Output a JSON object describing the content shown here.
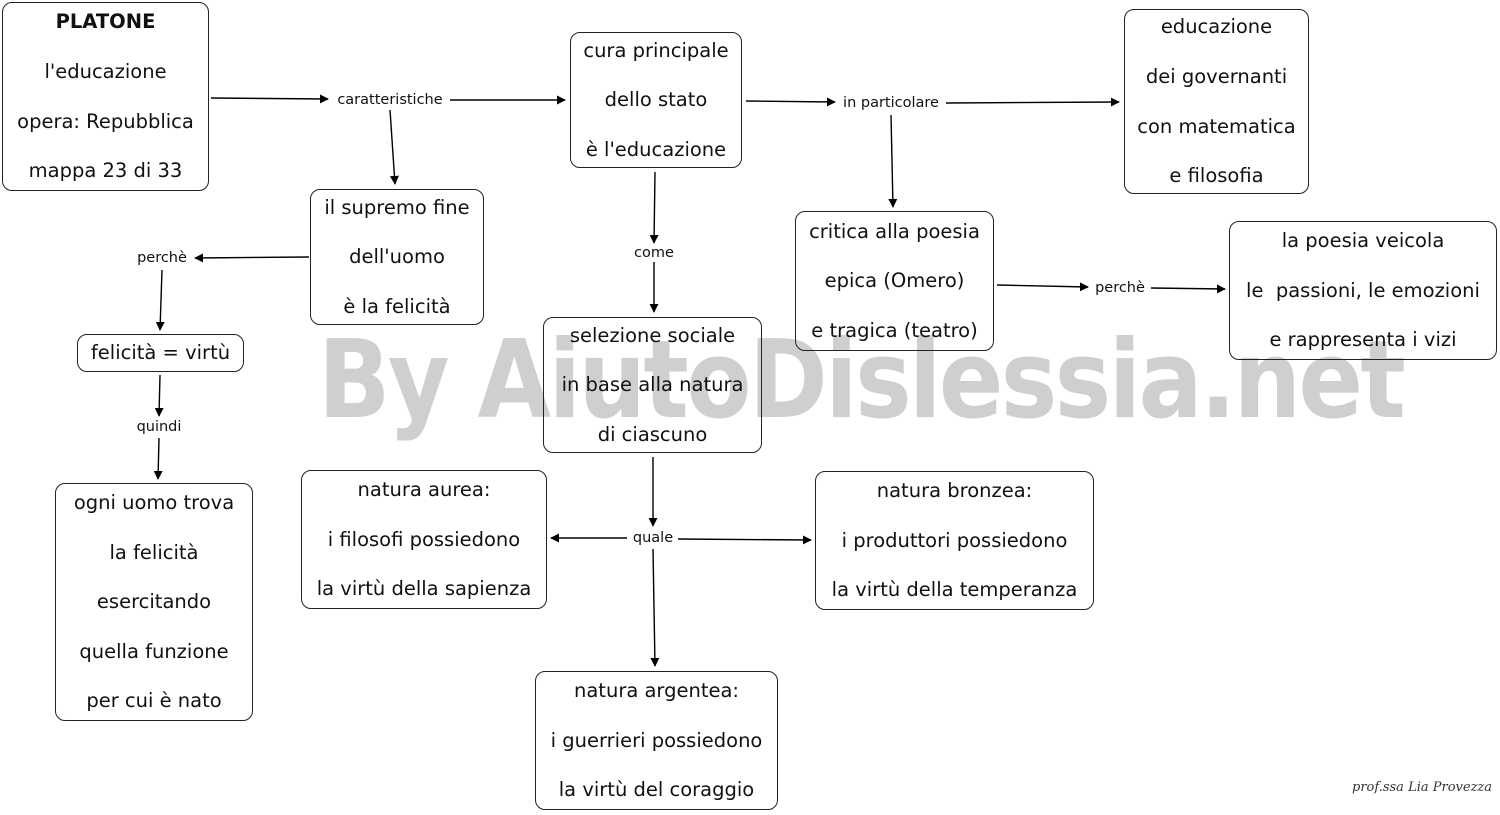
{
  "watermark": "By AiutoDislessia.net",
  "signature": "prof.ssa Lia Provezza",
  "nodes": {
    "platone": [
      "PLATONE",
      "l'educazione",
      "opera: Repubblica",
      "mappa 23 di 33"
    ],
    "cura": [
      "cura principale",
      "dello stato",
      "è l'educazione"
    ],
    "educazione_governanti": [
      "educazione",
      "dei governanti",
      "con matematica",
      "e filosofia"
    ],
    "supremo_fine": [
      "il supremo fine",
      "dell'uomo",
      "è la felicità"
    ],
    "critica_poesia": [
      "critica alla poesia",
      "epica (Omero)",
      "e tragica (teatro)"
    ],
    "poesia_veicola": [
      "la poesia veicola",
      "le  passioni, le emozioni",
      "e rappresenta i vizi"
    ],
    "felicita_virtu": [
      "felicità = virtù"
    ],
    "selezione": [
      "selezione sociale",
      "in base alla natura",
      "di ciascuno"
    ],
    "ogni_uomo": [
      "ogni uomo trova",
      "la felicità",
      "esercitando",
      "quella funzione",
      "per cui è nato"
    ],
    "aurea": [
      "natura aurea:",
      "i filosofi possiedono",
      "la virtù della sapienza"
    ],
    "bronzea": [
      "natura bronzea:",
      "i produttori possiedono",
      "la virtù della temperanza"
    ],
    "argentea": [
      "natura argentea:",
      "i guerrieri possiedono",
      "la virtù del coraggio"
    ]
  },
  "labels": {
    "caratteristiche": "caratteristiche",
    "in_particolare": "in particolare",
    "perche_1": "perchè",
    "come": "come",
    "perche_2": "perchè",
    "quindi": "quindi",
    "quale": "quale"
  }
}
